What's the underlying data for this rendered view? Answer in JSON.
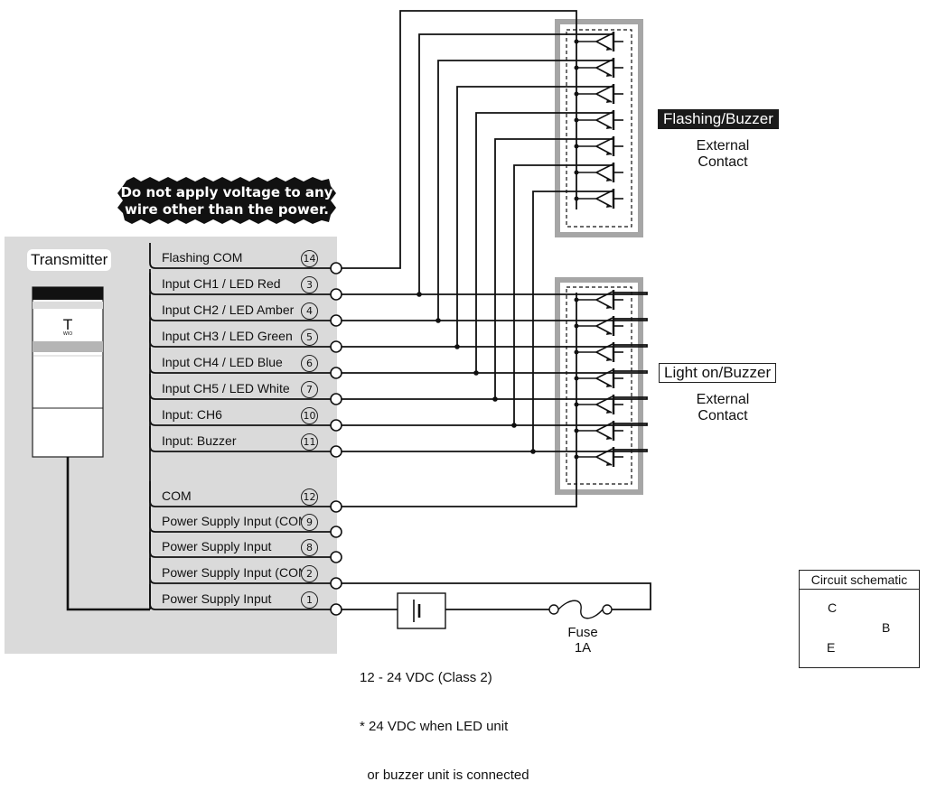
{
  "warning": {
    "line1": "Do not apply voltage to any",
    "line2": "wire other than the power."
  },
  "transmitter": {
    "title": "Transmitter",
    "logo_letter": "T",
    "logo_sub": "WIO"
  },
  "terminals": [
    {
      "label": "Flashing COM",
      "num": "14"
    },
    {
      "label": "Input CH1 / LED Red",
      "num": "3"
    },
    {
      "label": "Input CH2 / LED Amber",
      "num": "4"
    },
    {
      "label": "Input CH3 / LED Green",
      "num": "5"
    },
    {
      "label": "Input CH4 / LED Blue",
      "num": "6"
    },
    {
      "label": "Input CH5 / LED White",
      "num": "7"
    },
    {
      "label": "Input: CH6",
      "num": "10"
    },
    {
      "label": "Input: Buzzer",
      "num": "11"
    },
    {
      "label": "COM",
      "num": "12"
    },
    {
      "label": "Power Supply Input (COM)",
      "num": "9"
    },
    {
      "label": "Power Supply Input",
      "num": "8"
    },
    {
      "label": "Power Supply Input (COM)",
      "num": "2"
    },
    {
      "label": "Power Supply Input",
      "num": "1"
    }
  ],
  "flashing_group": {
    "title": "Flashing/Buzzer",
    "sub1": "External",
    "sub2": "Contact"
  },
  "light_group": {
    "title": "Light on/Buzzer",
    "sub1": "External",
    "sub2": "Contact"
  },
  "power_supply": {
    "line1": "12 - 24 VDC (Class 2)",
    "line2": "* 24 VDC when LED unit",
    "line3": "  or buzzer unit is connected"
  },
  "fuse": {
    "label": "Fuse",
    "rating": "1A"
  },
  "schematic": {
    "title": "Circuit schematic",
    "c": "C",
    "b": "B",
    "e": "E"
  }
}
